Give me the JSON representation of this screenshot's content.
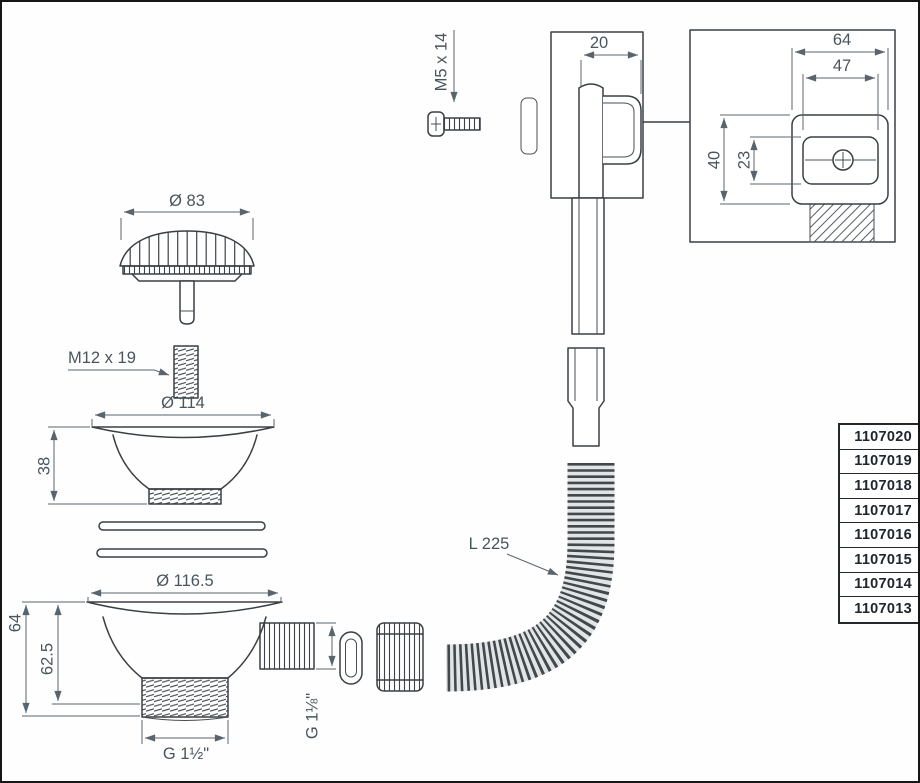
{
  "colors": {
    "line": "#3a3f43",
    "dimension_text": "#49555b",
    "part_number_text": "#20262e"
  },
  "strainer": {
    "dim_diameter": "Ø 83"
  },
  "stud_screw": {
    "label": "M12 x 19"
  },
  "flange": {
    "dim_diameter": "Ø 114",
    "dim_height": "38"
  },
  "body": {
    "dim_diameter": "Ø 116.5",
    "dim_total_height": "64",
    "dim_cone_height": "62.5",
    "dim_thread_bottom": "G 1½\"",
    "dim_thread_side": "G 1⅛\""
  },
  "overflow_screw": {
    "label": "M5 x 14"
  },
  "overflow": {
    "dim_width": "20"
  },
  "cover": {
    "dim_outer_width": "64",
    "dim_inner_width": "47",
    "dim_outer_height": "40",
    "dim_inner_height": "23"
  },
  "hose": {
    "label": "L 225"
  },
  "parts_table": {
    "rows": [
      "1107020",
      "1107019",
      "1107018",
      "1107017",
      "1107016",
      "1107015",
      "1107014",
      "1107013"
    ]
  }
}
